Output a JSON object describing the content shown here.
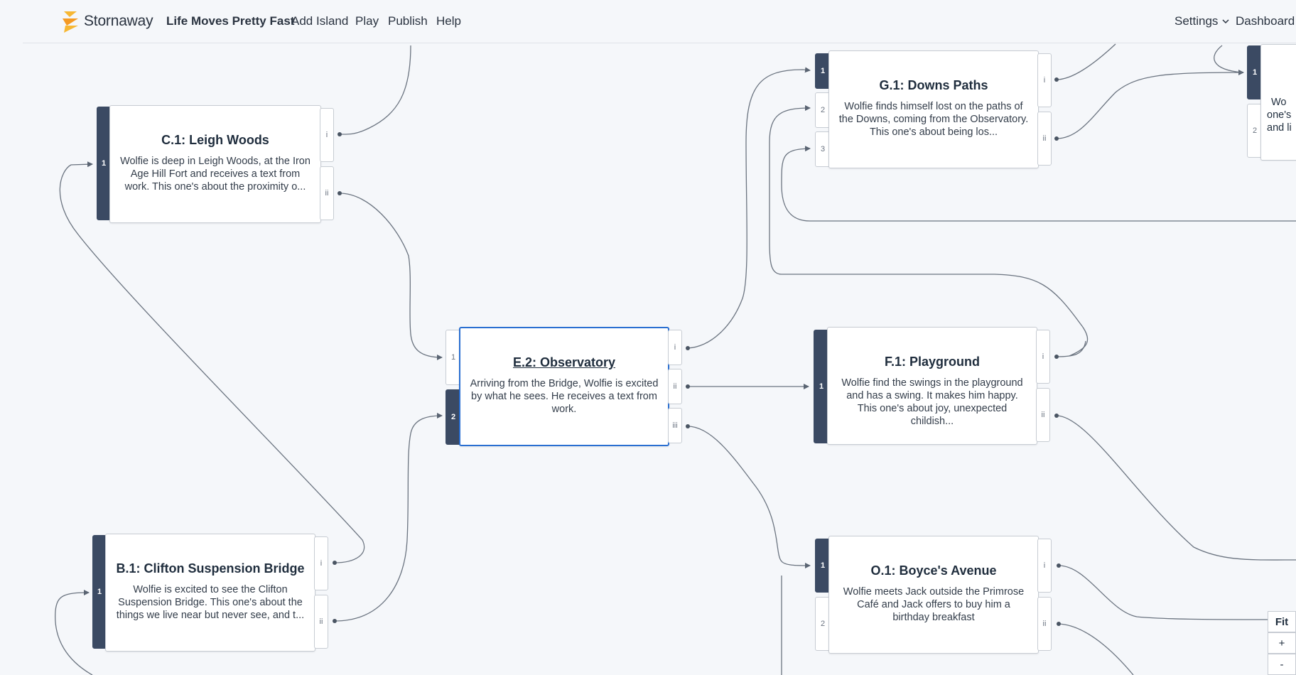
{
  "app": {
    "name": "Stornaway",
    "project_title": "Life Moves Pretty Fast"
  },
  "nav": {
    "add_island": "Add Island",
    "play": "Play",
    "publish": "Publish",
    "help": "Help",
    "settings": "Settings",
    "dashboard": "Dashboard"
  },
  "controls": {
    "fit": "Fit",
    "zoom_in": "+",
    "zoom_out": "-"
  },
  "colors": {
    "accent": "#2a6fd1",
    "port_active": "#3b4a63",
    "logo_orange": "#f5a623"
  },
  "nodes": {
    "c1": {
      "title": "C.1: Leigh Woods",
      "description": "Wolfie is deep in Leigh Woods, at the Iron Age Hill Fort and receives a text from work. This one's about the proximity o...",
      "inputs": [
        "1"
      ],
      "outputs": [
        "i",
        "ii"
      ]
    },
    "b1": {
      "title": "B.1: Clifton Suspension Bridge",
      "description": "Wolfie is excited to see the Clifton Suspension Bridge. This one's about the things we live near but never see, and t...",
      "inputs": [
        "1"
      ],
      "outputs": [
        "i",
        "ii"
      ]
    },
    "e2": {
      "title": "E.2: Observatory",
      "description": "Arriving from the Bridge, Wolfie is excited by what he sees. He receives a text from work.",
      "inputs": [
        "1",
        "2"
      ],
      "outputs": [
        "i",
        "ii",
        "iii"
      ]
    },
    "g1": {
      "title": "G.1: Downs Paths",
      "description": "Wolfie finds himself lost on the paths of the Downs, coming from the Observatory. This one's about being los...",
      "inputs": [
        "1",
        "2",
        "3"
      ],
      "outputs": [
        "i",
        "ii"
      ]
    },
    "f1": {
      "title": "F.1: Playground",
      "description": "Wolfie find the swings in the playground and has a swing. It makes him happy.  This one's about joy, unexpected childish...",
      "inputs": [
        "1"
      ],
      "outputs": [
        "i",
        "ii"
      ]
    },
    "o1": {
      "title": "O.1: Boyce's Avenue",
      "description": "Wolfie meets Jack outside the Primrose Café and Jack offers to buy him a birthday breakfast",
      "inputs": [
        "1",
        "2"
      ],
      "outputs": [
        "i",
        "ii"
      ]
    },
    "partial": {
      "text_line1": "Wo",
      "text_line2": "one's",
      "text_line3": "and li",
      "inputs": [
        "1",
        "2"
      ]
    }
  }
}
